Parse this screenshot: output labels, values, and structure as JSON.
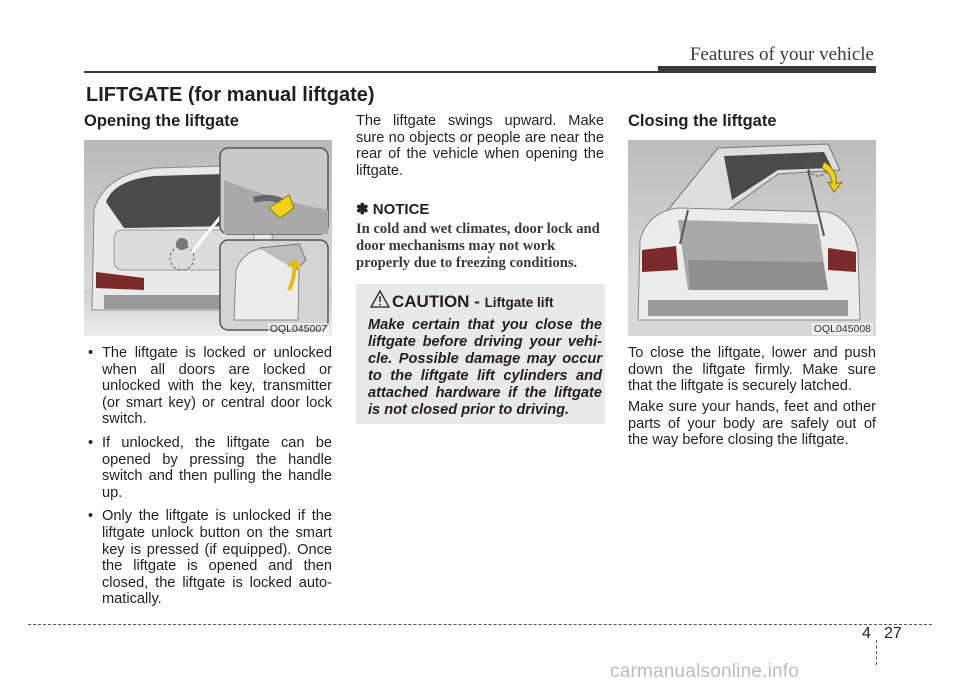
{
  "header": {
    "section_title": "Features of your vehicle"
  },
  "page_title": "LIFTGATE (for manual liftgate)",
  "opening": {
    "heading": "Opening the liftgate",
    "figure_code": "OQL045007",
    "bullets": [
      "The liftgate is locked or unlocked when all doors are locked or unlocked with the key, transmitter (or smart key) or central door lock switch.",
      "If unlocked, the liftgate can be opened by pressing the handle switch and then pulling the handle up.",
      "Only the liftgate is unlocked if the liftgate unlock button on the smart key is pressed (if equipped). Once the liftgate is opened and then closed, the liftgate is locked auto-matically."
    ]
  },
  "middle": {
    "intro": "The liftgate swings upward. Make sure no objects or people are near the rear of the vehicle when opening the liftgate.",
    "notice": {
      "symbol": "✽",
      "title": "NOTICE",
      "body": "In cold and wet climates, door lock and door mechanisms may not work properly due to freezing conditions."
    },
    "caution": {
      "label": "CAUTION -",
      "subject": "Liftgate lift",
      "icon": "warning-triangle-icon",
      "body": "Make certain that you close the liftgate before driving your vehi-cle. Possible damage may occur to the liftgate lift cylinders and attached hardware if the liftgate is not closed prior to driving."
    }
  },
  "closing": {
    "heading": "Closing the liftgate",
    "figure_code": "OQL045008",
    "paragraphs": [
      "To close the liftgate, lower and push down the liftgate firmly. Make sure that the liftgate is securely latched.",
      "Make sure your hands, feet and other parts of your body are safely out of the way before closing the liftgate."
    ]
  },
  "footer": {
    "chapter": "4",
    "page": "27",
    "watermark": "carmanualsonline.info"
  },
  "colors": {
    "text": "#231f20",
    "caution_bg": "#e9e9e9",
    "arrow": "#f2d21a"
  }
}
